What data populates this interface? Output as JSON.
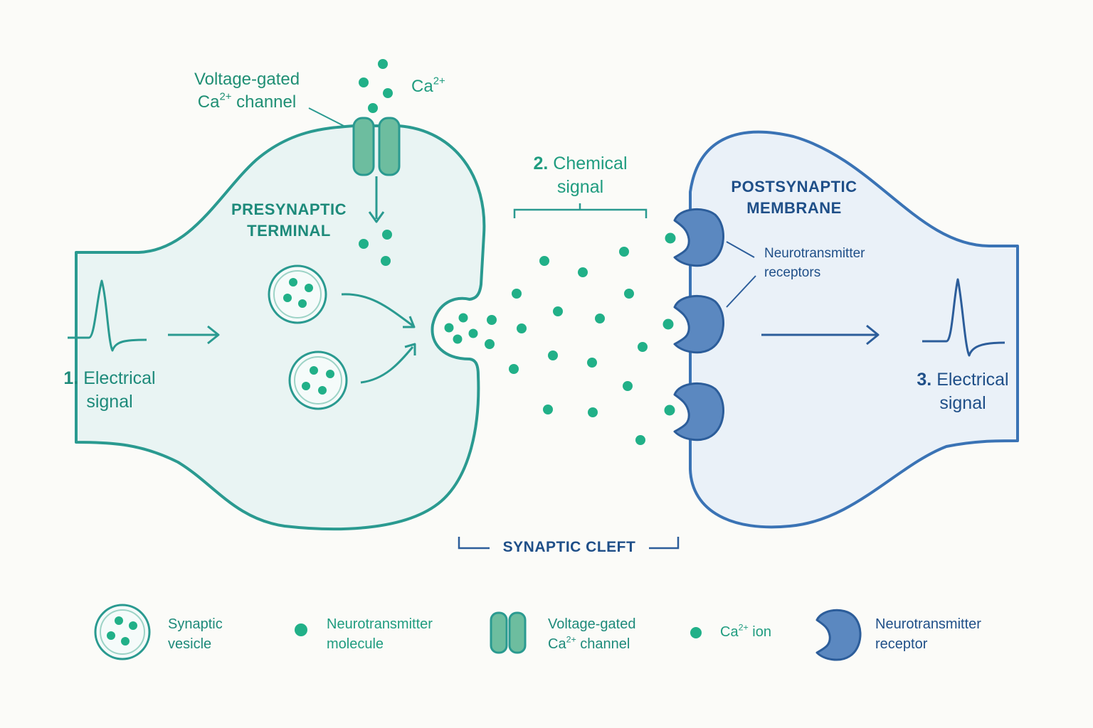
{
  "colors": {
    "background": "#fbfbf8",
    "presynaptic_fill": "#e9f4f3",
    "presynaptic_stroke": "#2a9a90",
    "postsynaptic_fill": "#eaf1f8",
    "postsynaptic_stroke": "#3a73b5",
    "neurotransmitter": "#21b088",
    "channel": "#6dbd9f",
    "receptor": "#5b88c0",
    "teal_text": "#1f9c7f",
    "navy_text": "#1f4f88"
  },
  "labels": {
    "channel_label_line1": "Voltage-gated",
    "channel_label_ca": "Ca",
    "channel_label_sup": "2+",
    "channel_label_rest": " channel",
    "ca_ion_base": "Ca",
    "ca_ion_sup": "2+",
    "presynaptic_line1": "PRESYNAPTIC",
    "presynaptic_line2": "TERMINAL",
    "step1_number": "1.",
    "step1_text1": "Electrical",
    "step1_text2": "signal",
    "step2_number": "2.",
    "step2_text1": "Chemical",
    "step2_text2": "signal",
    "postsynaptic_line1": "POSTSYNAPTIC",
    "postsynaptic_line2": "MEMBRANE",
    "receptors_line1": "Neurotransmitter",
    "receptors_line2": "receptors",
    "step3_number": "3.",
    "step3_text1": "Electrical",
    "step3_text2": "signal",
    "synaptic_cleft": "SYNAPTIC CLEFT"
  },
  "legend": {
    "vesicle_line1": "Synaptic",
    "vesicle_line2": "vesicle",
    "nt_line1": "Neurotransmitter",
    "nt_line2": "molecule",
    "channel_line1": "Voltage-gated",
    "channel_ca": "Ca",
    "channel_sup": "2+",
    "channel_rest": " channel",
    "ion_ca": "Ca",
    "ion_sup": "2+",
    "ion_rest": " ion",
    "receptor_line1": "Neurotransmitter",
    "receptor_line2": "receptor"
  },
  "icons": [
    "synaptic-vesicle-icon",
    "neurotransmitter-dot-icon",
    "calcium-channel-icon",
    "calcium-ion-icon",
    "receptor-icon"
  ]
}
